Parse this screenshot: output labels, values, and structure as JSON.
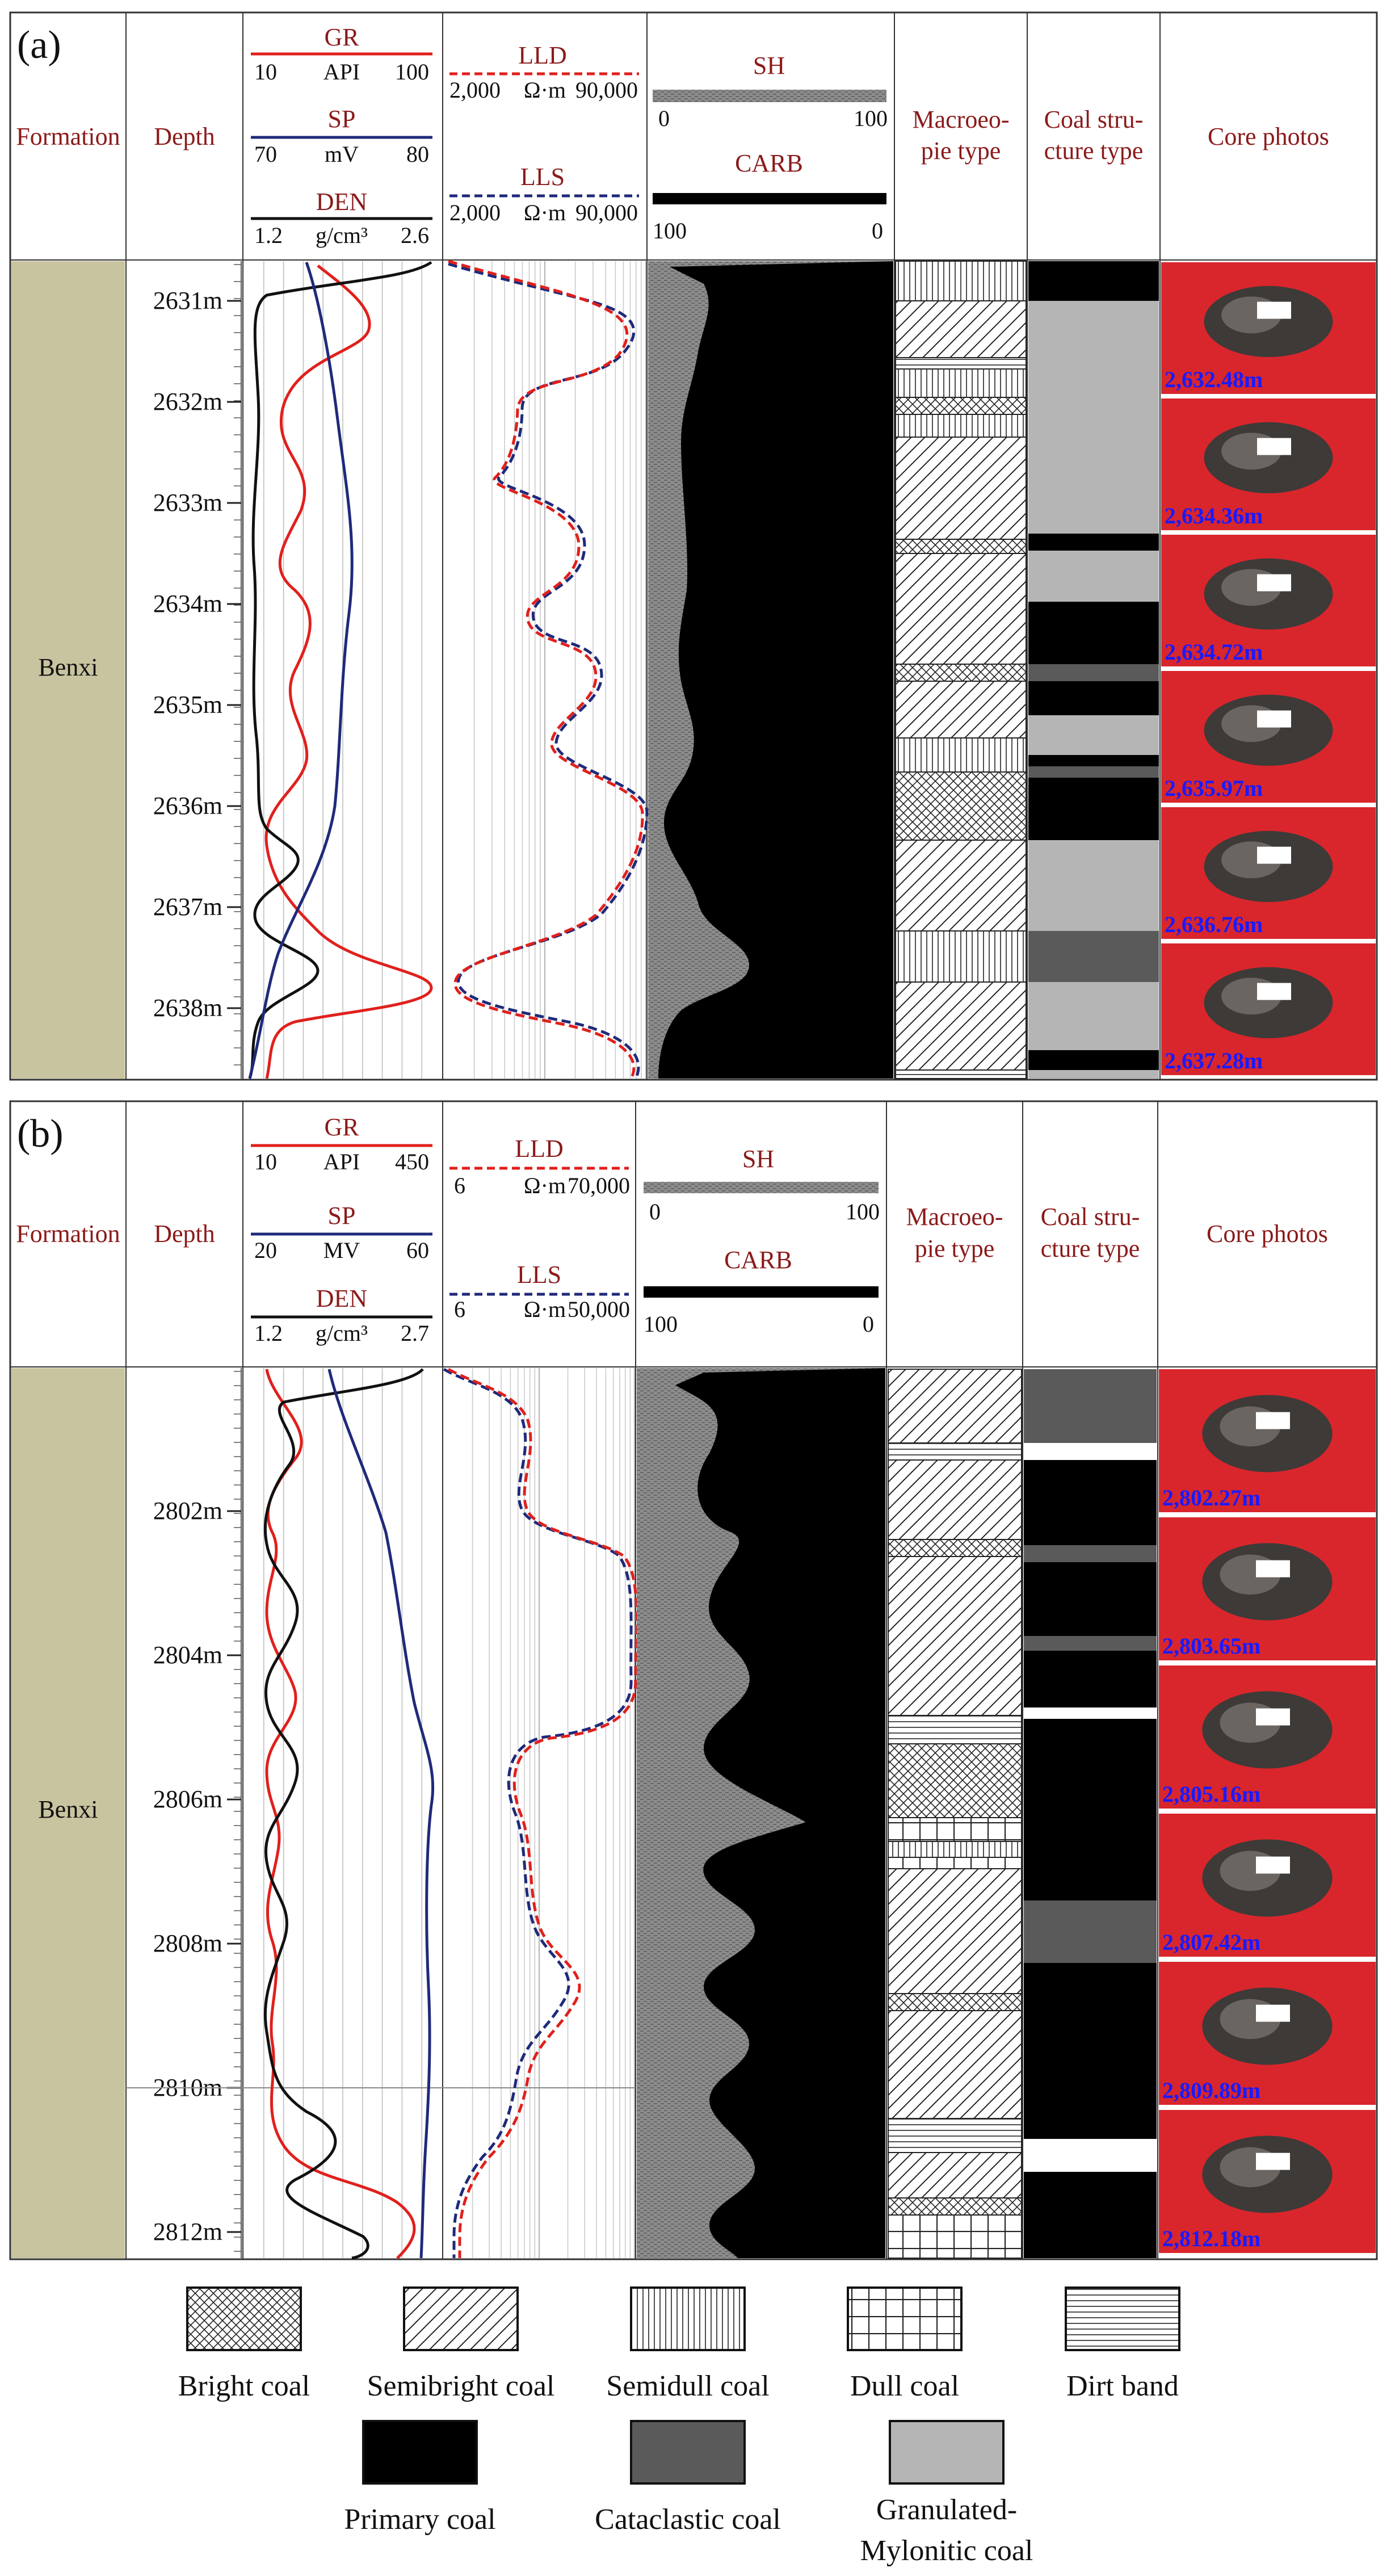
{
  "panels": [
    {
      "label": "(a)",
      "headers": {
        "formation": "Formation",
        "depth": "Depth",
        "macro": [
          "Macroeo-",
          "pie type"
        ],
        "struct": [
          "Coal stru-",
          "cture type"
        ],
        "photos": "Core photos"
      },
      "logs": {
        "gr": {
          "name": "GR",
          "min": "10",
          "unit": "API",
          "max": "100"
        },
        "sp": {
          "name": "SP",
          "min": "70",
          "unit": "mV",
          "max": "80"
        },
        "den": {
          "name": "DEN",
          "min": "1.2",
          "unit": "g/cm³",
          "max": "2.6"
        },
        "lld": {
          "name": "LLD",
          "min": "2,000",
          "unit": "Ω·m",
          "max": "90,000"
        },
        "lls": {
          "name": "LLS",
          "min": "2,000",
          "unit": "Ω·m",
          "max": "90,000"
        },
        "sh": {
          "name": "SH",
          "min": "0",
          "max": "100"
        },
        "carb": {
          "name": "CARB",
          "min": "100",
          "max": "0"
        }
      },
      "formation": "Benxi",
      "depth_ticks": [
        "2631m",
        "2632m",
        "2633m",
        "2634m",
        "2635m",
        "2636m",
        "2637m",
        "2638m"
      ],
      "photo_labels": [
        "2,632.48m",
        "2,634.36m",
        "2,634.72m",
        "2,635.97m",
        "2,636.76m",
        "2,637.28m"
      ]
    },
    {
      "label": "(b)",
      "headers": {
        "formation": "Formation",
        "depth": "Depth",
        "macro": [
          "Macroeo-",
          "pie type"
        ],
        "struct": [
          "Coal stru-",
          "cture type"
        ],
        "photos": "Core photos"
      },
      "logs": {
        "gr": {
          "name": "GR",
          "min": "10",
          "unit": "API",
          "max": "450"
        },
        "sp": {
          "name": "SP",
          "min": "20",
          "unit": "MV",
          "max": "60"
        },
        "den": {
          "name": "DEN",
          "min": "1.2",
          "unit": "g/cm³",
          "max": "2.7"
        },
        "lld": {
          "name": "LLD",
          "min": "6",
          "unit": "Ω·m",
          "max": "70,000"
        },
        "lls": {
          "name": "LLS",
          "min": "6",
          "unit": "Ω·m",
          "max": "50,000"
        },
        "sh": {
          "name": "SH",
          "min": "0",
          "max": "100"
        },
        "carb": {
          "name": "CARB",
          "min": "100",
          "max": "0"
        }
      },
      "formation": "Benxi",
      "depth_ticks": [
        "2802m",
        "2804m",
        "2806m",
        "2808m",
        "2810m",
        "2812m"
      ],
      "photo_labels": [
        "2,802.27m",
        "2,803.65m",
        "2,805.16m",
        "2,807.42m",
        "2,809.89m",
        "2,812.18m"
      ]
    }
  ],
  "legend": {
    "bright": "Bright coal",
    "semibright": "Semibright coal",
    "semidull": "Semidull coal",
    "dull": "Dull coal",
    "dirt": "Dirt band",
    "primary": "Primary coal",
    "cataclastic": "Cataclastic coal",
    "granulated": [
      "Granulated-",
      "Mylonitic coal"
    ]
  },
  "colors": {
    "gr": "#e0201c",
    "sp": "#1f2a7a",
    "den": "#111111",
    "lld": "#e0201c",
    "lls": "#1f2a7a",
    "formation_fill": "#c9c4a0",
    "photo_bg": "#d8262c",
    "photo_label": "#1a1aff",
    "header_text": "#8b1a1a",
    "primary": "#000000",
    "cataclastic": "#5a5a5a",
    "granulated": "#b5b5b5"
  }
}
